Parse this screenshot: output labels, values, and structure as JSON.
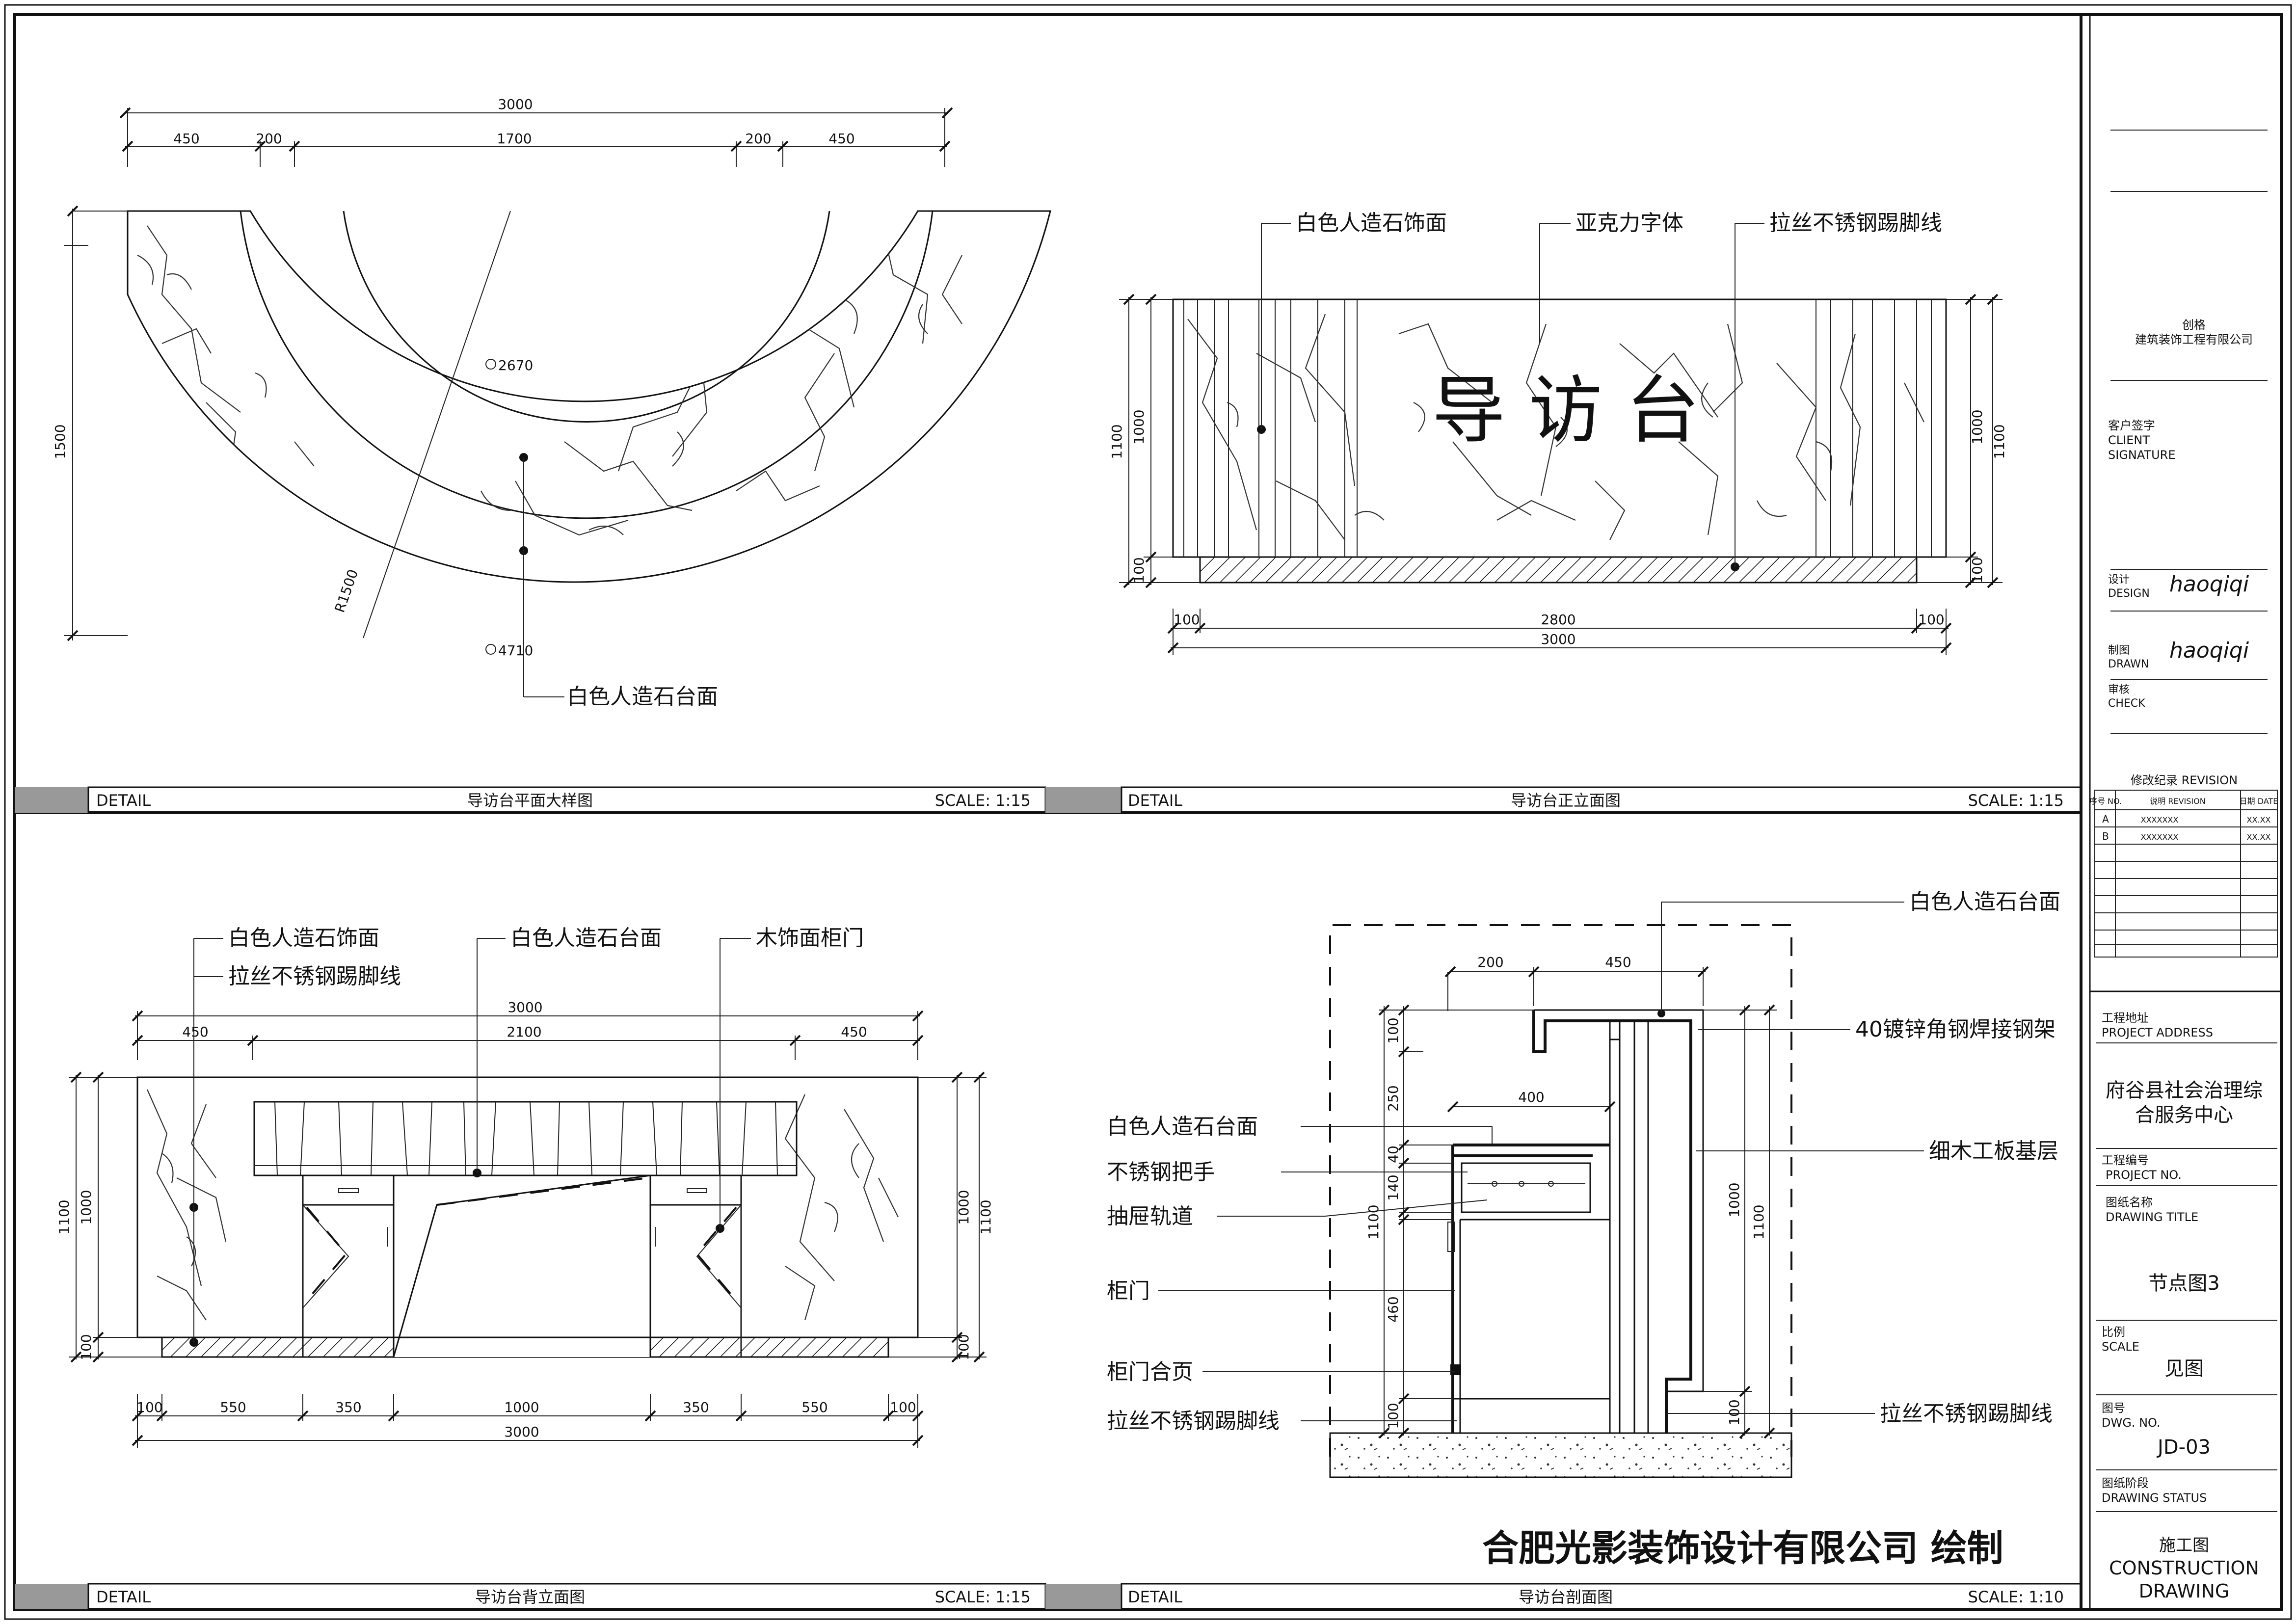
{
  "company_signature": "合肥光影装饰设计有限公司 绘制",
  "panels": {
    "plan": {
      "bar": {
        "type": "DETAIL",
        "title": "导访台平面大样图",
        "scale": "SCALE: 1:15"
      },
      "dims_top": [
        "450",
        "200",
        "1700",
        "200",
        "450"
      ],
      "dim_total": "3000",
      "dim_left": "1500",
      "radius": "R1500",
      "arc_inner": "2670",
      "arc_outer": "4710",
      "callout": "白色人造石台面"
    },
    "front": {
      "bar": {
        "type": "DETAIL",
        "title": "导访台正立面图",
        "scale": "SCALE: 1:15"
      },
      "callouts": [
        "白色人造石饰面",
        "亚克力字体",
        "拉丝不锈钢踢脚线"
      ],
      "sign_text": "导  访  台",
      "dims_side": [
        "1100",
        "1000",
        "100"
      ],
      "dims_bottom": [
        "100",
        "2800",
        "100"
      ],
      "dim_total": "3000"
    },
    "back": {
      "bar": {
        "type": "DETAIL",
        "title": "导访台背立面图",
        "scale": "SCALE: 1:15"
      },
      "callouts": [
        "白色人造石饰面",
        "拉丝不锈钢踢脚线",
        "白色人造石台面",
        "木饰面柜门"
      ],
      "dims_top": [
        "450",
        "2100",
        "450"
      ],
      "dim_total": "3000",
      "dims_side": [
        "1100",
        "1000",
        "100"
      ],
      "dims_bottom": [
        "100",
        "550",
        "350",
        "1000",
        "350",
        "550",
        "100"
      ]
    },
    "section": {
      "bar": {
        "type": "DETAIL",
        "title": "导访台剖面图",
        "scale": "SCALE: 1:10"
      },
      "callouts_left": [
        "白色人造石台面",
        "不锈钢把手",
        "抽屉轨道",
        "柜门",
        "柜门合页",
        "拉丝不锈钢踢脚线"
      ],
      "callouts_right": [
        "白色人造石台面",
        "40镀锌角钢焊接钢架",
        "细木工板基层",
        "拉丝不锈钢踢脚线"
      ],
      "dims_top": [
        "200",
        "450"
      ],
      "dim_400": "400",
      "dims_left_small": [
        "100",
        "250",
        "40",
        "140",
        "460",
        "100"
      ],
      "dims_left_total": "1100",
      "dims_right": [
        "1000",
        "1100",
        "100"
      ]
    }
  },
  "title_block": {
    "company_line1": "创格",
    "company_line2": "建筑装饰工程有限公司",
    "client_cn": "客户签字",
    "client_en1": "CLIENT",
    "client_en2": "SIGNATURE",
    "design_cn": "设计",
    "design_en": "DESIGN",
    "design_sig": "haoqiqi",
    "drawn_cn": "制图",
    "drawn_en": "DRAWN",
    "drawn_sig": "haoqiqi",
    "check_cn": "审核",
    "check_en": "CHECK",
    "revision_title": "修改纪录    REVISION",
    "rev_head": [
      "序号 NO.",
      "说明 REVISION",
      "日期 DATE"
    ],
    "rev_rows": [
      [
        "A",
        "XXXXXXX",
        "XX.XX"
      ],
      [
        "B",
        "XXXXXXX",
        "XX.XX"
      ]
    ],
    "address_cn": "工程地址",
    "address_en": "PROJECT ADDRESS",
    "address_line1": "府谷县社会治理综",
    "address_line2": "合服务中心",
    "projno_cn": "工程编号",
    "projno_en": "PROJECT NO.",
    "dtitle_cn": "图纸名称",
    "dtitle_en": "DRAWING TITLE",
    "dtitle_value": "节点图3",
    "scale_cn": "比例",
    "scale_en": "SCALE",
    "scale_value": "见图",
    "dwg_cn": "图号",
    "dwg_en": "DWG. NO.",
    "dwg_value": "JD-03",
    "status_cn": "图纸阶段",
    "status_en": "DRAWING STATUS",
    "status_value_cn": "施工图",
    "status_value_en1": "CONSTRUCTION",
    "status_value_en2": "DRAWING"
  }
}
